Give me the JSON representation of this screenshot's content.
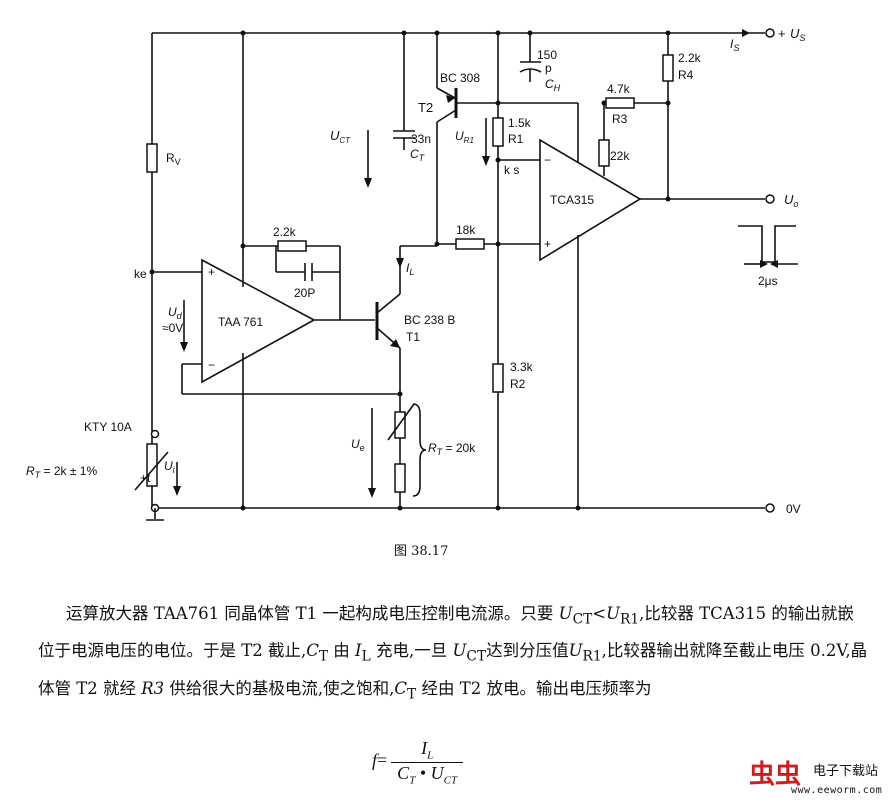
{
  "diagram": {
    "supply_positive": "+",
    "supply_label": "U",
    "supply_sub": "S",
    "supply_current": "I",
    "supply_current_sub": "S",
    "ground_label": "0V",
    "output_label": "U",
    "output_sub": "o",
    "pulse_width": "2μs",
    "c_h_value": "150",
    "c_h_unit": "p",
    "c_h_name": "C",
    "c_h_sub": "H",
    "r4_value": "2.2k",
    "r4_name": "R4",
    "r3_value": "4.7k",
    "r3_name": "R3",
    "r_fb_value": "22k",
    "r1_value": "1.5k",
    "r1_name": "R1",
    "ks_label": "k s",
    "comparator": "TCA315",
    "r_18k": "18k",
    "r2_value": "3.3k",
    "r2_name": "R2",
    "t2_name": "T2",
    "t2_type": "BC 308",
    "u_ct_label": "U",
    "u_ct_sub": "CT",
    "u_r1_label": "U",
    "u_r1_sub": "R1",
    "ct_value": "33n",
    "ct_name": "C",
    "ct_sub": "T",
    "rv_name": "R",
    "rv_sub": "V",
    "ke_label": "ke",
    "ud_label": "U",
    "ud_sub": "d",
    "ud_value": "≈0V",
    "opamp": "TAA 761",
    "r_2k2": "2.2k",
    "c_20p": "20P",
    "t1_type": "BC 238 B",
    "t1_name": "T1",
    "il_label": "I",
    "il_sub": "L",
    "sensor": "KTY 10A",
    "rt_spec": "R",
    "rt_spec_sub": "T",
    "rt_spec_val": " = 2k ± 1%",
    "ui_label": "U",
    "ui_sub": "i",
    "ue_label": "U",
    "ue_sub": "e",
    "rt_20k": "R",
    "rt_20k_sub": "T",
    "rt_20k_val": " = 20k",
    "plus_sign": "+",
    "minus_sign": "−",
    "temp_sign": "+t"
  },
  "caption": "图 38.17",
  "paragraph": {
    "p1": "运算放大器 TAA761 同晶体管 T1 一起构成电压控制电流源。只要 ",
    "u_ct": "U",
    "ct_sub": "CT",
    "lt": "<",
    "u_r1": "U",
    "r1_sub": "R1",
    "p2": ",比较器 TCA315 的输出就嵌位于电源电压的电位。于是 T2 截止,",
    "c_t": "C",
    "t_sub": "T",
    "p3": " 由 ",
    "i_l": "I",
    "l_sub": "L",
    "p4": " 充电,一旦 ",
    "u_ct2": "U",
    "ct_sub2": "CT",
    "p5": "达到分压值",
    "u_r1b": "U",
    "r1_sub2": "R1",
    "p6": ",比较器输出就降至截止电压 0.2V,晶体管 T2 就经 ",
    "r3": "R3",
    "p7": " 供给很大的基极电流,使之饱和,",
    "c_t2": "C",
    "t_sub2": "T",
    "p8": " 经由 T2 放电。输出电压频率为"
  },
  "formula": {
    "lhs": "f",
    "eq": "=",
    "num": "I",
    "num_sub": "L",
    "den_a": "C",
    "den_a_sub": "T",
    "dot": " • ",
    "den_b": "U",
    "den_b_sub": "CT"
  },
  "logo": {
    "mark": "虫虫",
    "name": "电子下载站",
    "url": "www.eeworm.com",
    "mark_color": "#d21b1b"
  }
}
